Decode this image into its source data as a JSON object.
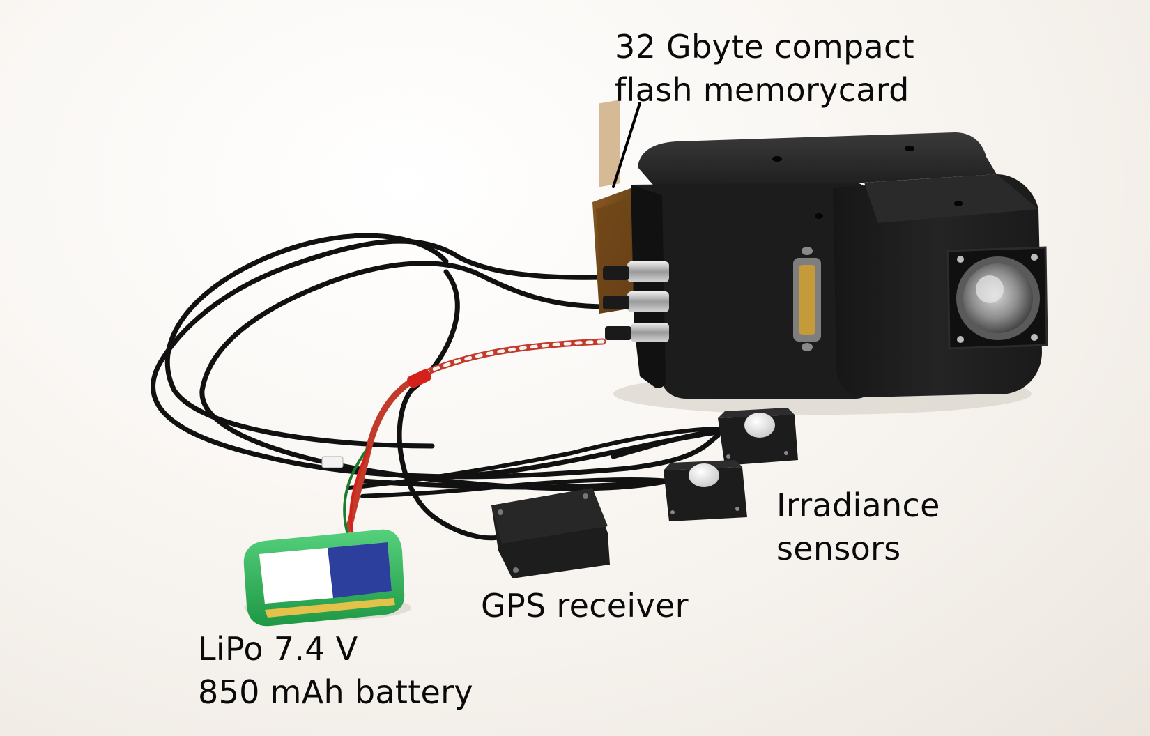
{
  "labels": {
    "memory_card": {
      "line1": "32 Gbyte compact",
      "line2": "flash memorycard"
    },
    "irradiance": {
      "line1": "Irradiance",
      "line2": "sensors"
    },
    "gps": {
      "line1": "GPS receiver"
    },
    "battery": {
      "line1": "LiPo 7.4 V",
      "line2": "850 mAh battery"
    }
  },
  "colors": {
    "background": "#f6f2ed",
    "camera_body": "#1b1b1b",
    "battery_wrap": "#2fb35a",
    "battery_label": "#2c3f9c",
    "text": "#0a0a0a"
  }
}
